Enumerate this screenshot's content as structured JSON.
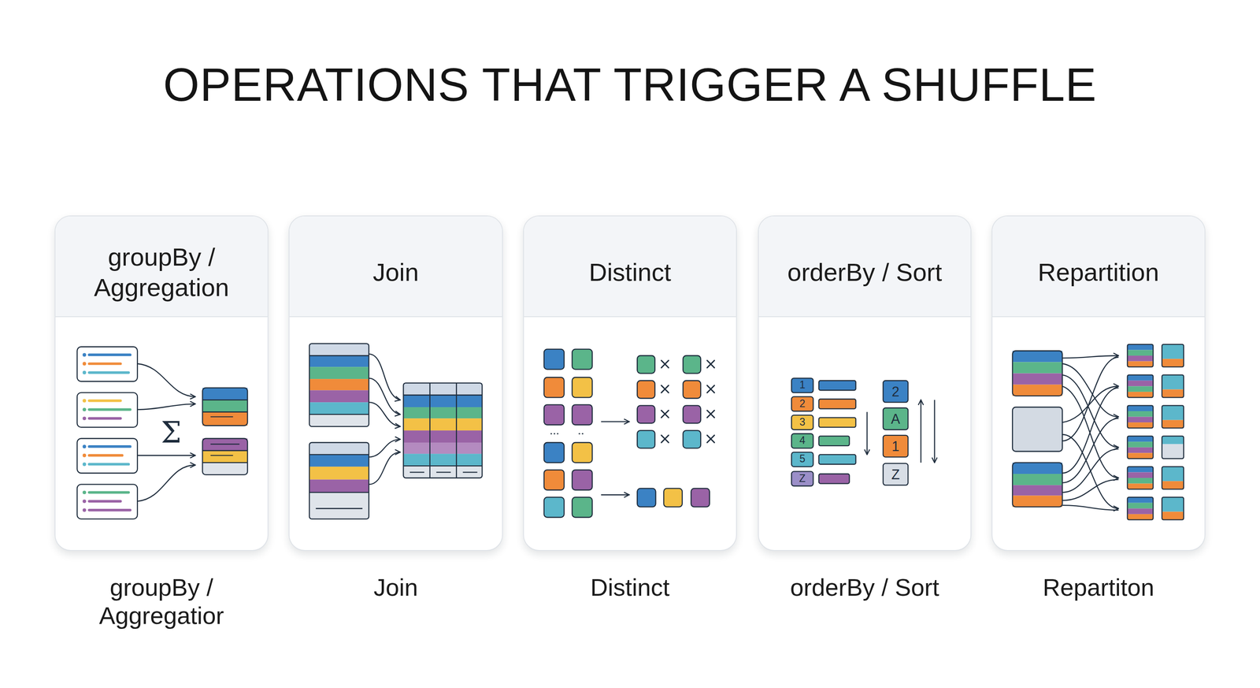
{
  "diagram": {
    "title": "OPERATIONS THAT TRIGGER A SHUFFLE",
    "nodes": [
      {
        "text": [
          "groupBy / Aggregation",
          "groupBy / Aggregatior"
        ]
      },
      {
        "text": [
          "Join",
          "Join"
        ]
      },
      {
        "text": [
          "Distinct",
          "Distinct"
        ]
      },
      {
        "text": [
          "orderBy / Sort",
          "orderBy / Sort"
        ]
      },
      {
        "text": [
          "Repartition",
          "Repartiton"
        ]
      }
    ],
    "labels": [
      "Σ",
      "1",
      "2",
      "3",
      "4",
      "5",
      "Z",
      "2",
      "A",
      "1",
      "Z"
    ]
  }
}
